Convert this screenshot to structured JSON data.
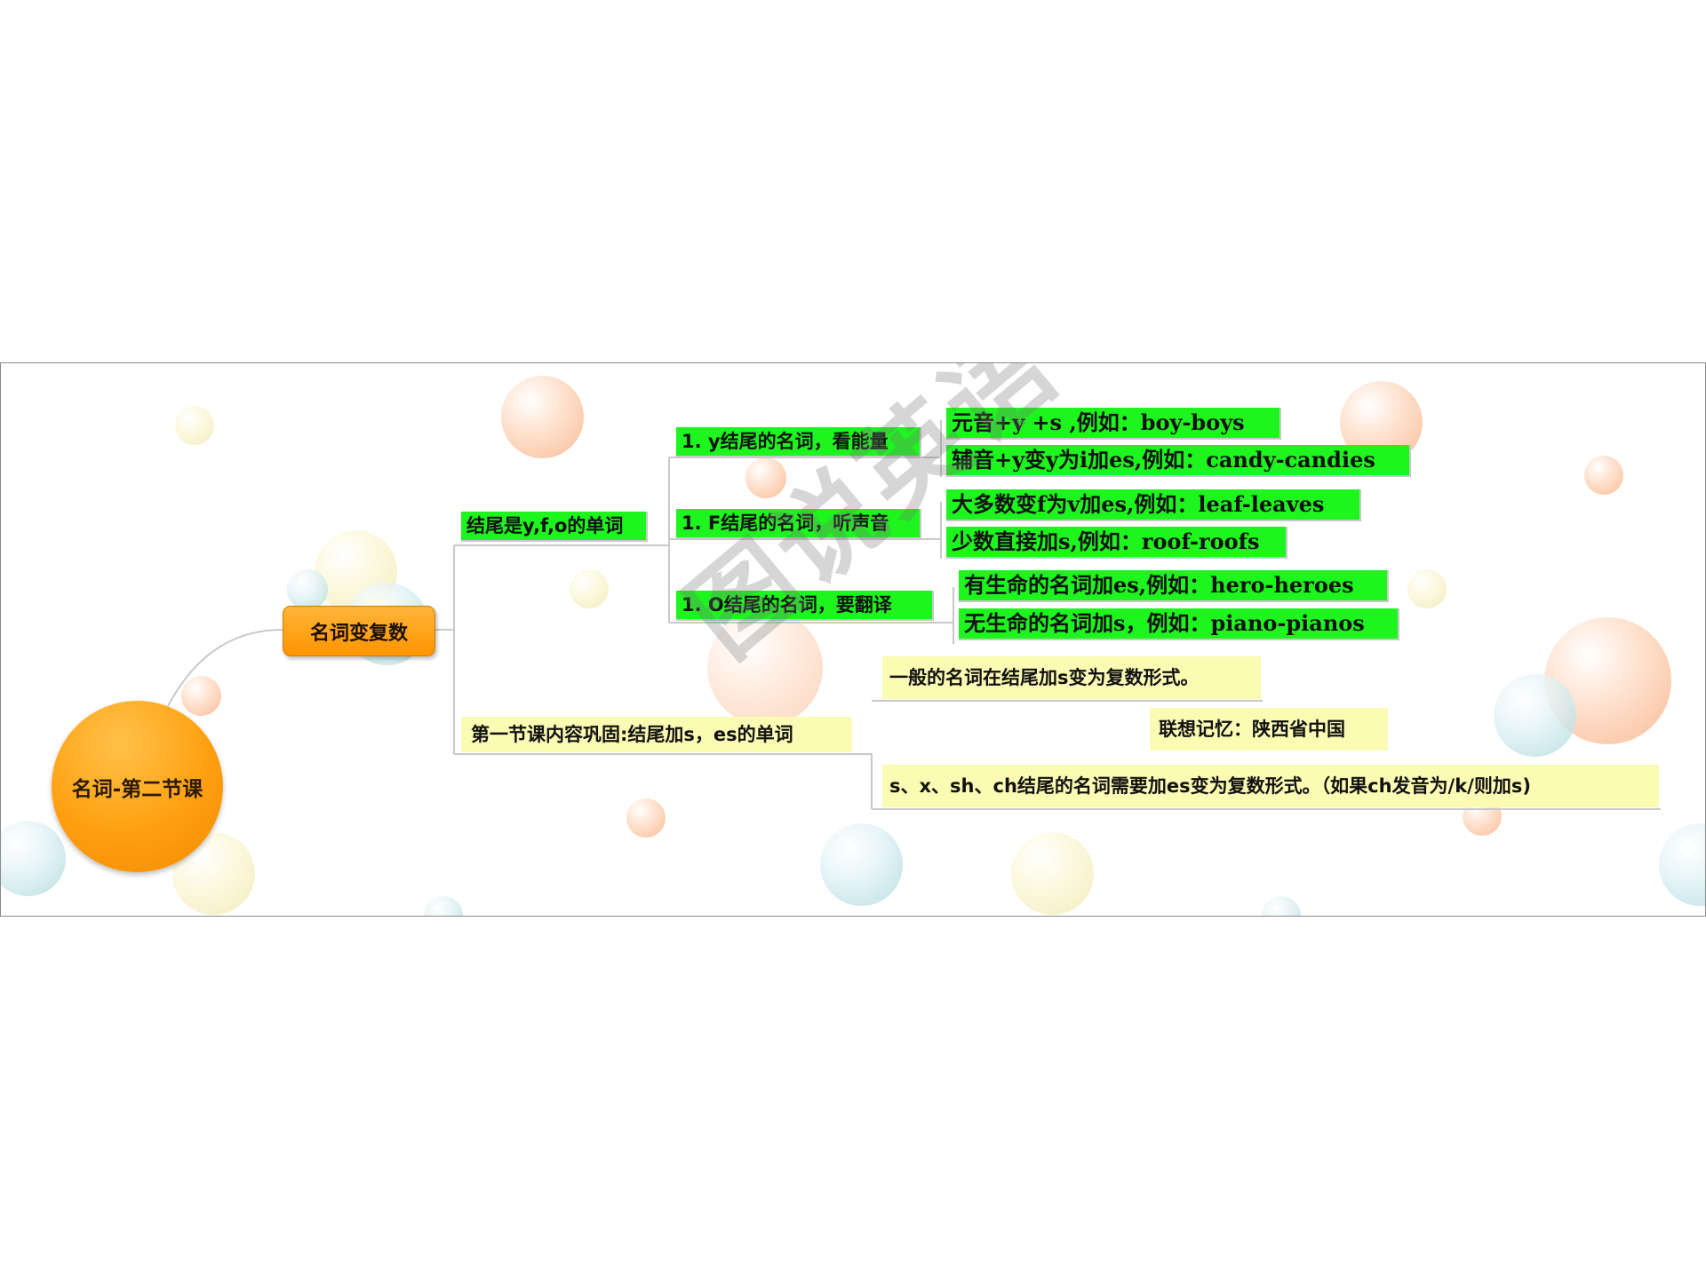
{
  "root": {
    "label": "名词-第二节课"
  },
  "main_topic": {
    "label": "名词变复数"
  },
  "branch_yfo": {
    "label": "结尾是y,f,o的单词",
    "y_rule": {
      "label": "1. y结尾的名词，看能量",
      "items": [
        "元音+y +s ,例如：boy-boys",
        "辅音+y变y为i加es,例如：candy-candies"
      ]
    },
    "f_rule": {
      "label": "1. F结尾的名词，听声音",
      "items": [
        "大多数变f为v加es,例如：leaf-leaves",
        "少数直接加s,例如：roof-roofs"
      ]
    },
    "o_rule": {
      "label": "1. O结尾的名词，要翻译",
      "items": [
        "有生命的名词加es,例如：hero-heroes",
        "无生命的名词加s，例如：piano-pianos"
      ]
    }
  },
  "branch_review": {
    "label": "第一节课内容巩固:结尾加s，es的单词",
    "items": [
      "一般的名词在结尾加s变为复数形式。",
      "联想记忆：陕西省中国",
      "s、x、sh、ch结尾的名词需要加es变为复数形式。（如果ch发音为/k/则加s)"
    ]
  },
  "watermark": "图说英语",
  "colors": {
    "leaf_green": "#1ef41e",
    "note_yellow": "#fbfbb4",
    "root_orange": "#ff9f10",
    "topic_orange": "#ff9f00"
  }
}
